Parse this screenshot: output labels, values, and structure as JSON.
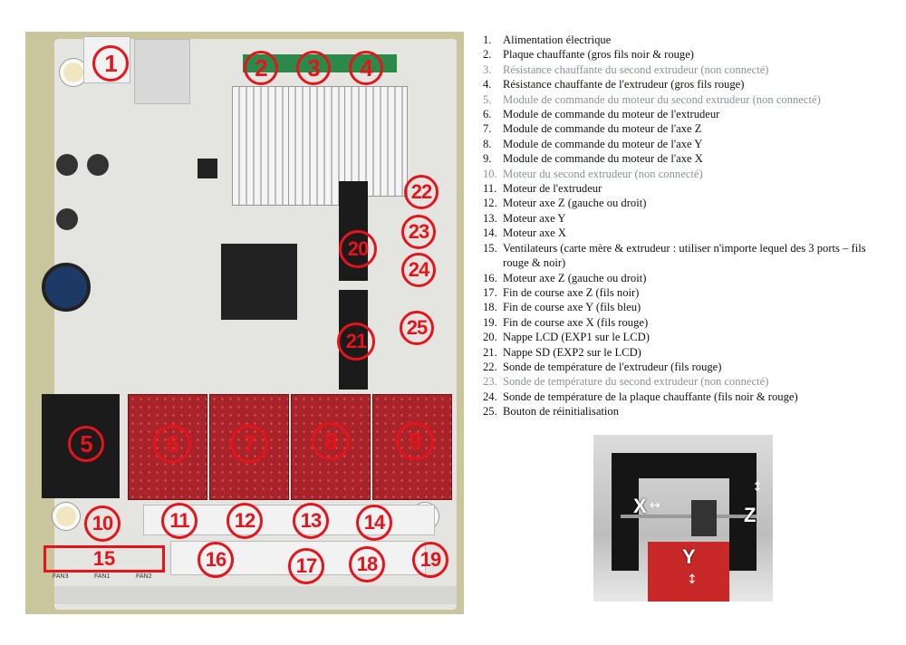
{
  "board_photo": {
    "markers": [
      "1",
      "2",
      "3",
      "4",
      "5",
      "6",
      "7",
      "8",
      "9",
      "10",
      "11",
      "12",
      "13",
      "14",
      "16",
      "17",
      "18",
      "19",
      "20",
      "21",
      "22",
      "23",
      "24",
      "25"
    ],
    "box_marker": "15",
    "fan_labels": [
      "FAN3",
      "FAN1",
      "FAN2"
    ]
  },
  "legend": [
    {
      "num": "1.",
      "text": "Alimentation électrique",
      "style": "black"
    },
    {
      "num": "2.",
      "text": "Plaque chauffante (gros fils noir & rouge)",
      "style": "black"
    },
    {
      "num": "3.",
      "text": "Résistance chauffante du second extrudeur (non connecté)",
      "style": "grey"
    },
    {
      "num": "4.",
      "text": "Résistance chauffante de l'extrudeur (gros fils rouge)",
      "style": "black"
    },
    {
      "num": "5.",
      "text": "Module de commande du moteur du second extrudeur (non connecté)",
      "style": "grey"
    },
    {
      "num": "6.",
      "text": "Module de commande du moteur de l'extrudeur",
      "style": "black"
    },
    {
      "num": "7.",
      "text": "Module de commande du moteur de l'axe Z",
      "style": "black"
    },
    {
      "num": "8.",
      "text": "Module de commande du moteur de l'axe Y",
      "style": "black"
    },
    {
      "num": "9.",
      "text": "Module de commande du moteur de l'axe X",
      "style": "black"
    },
    {
      "num": "10.",
      "text": "Moteur du second extrudeur (non connecté)",
      "style": "grey"
    },
    {
      "num": "11.",
      "text": "Moteur de l'extrudeur",
      "style": "black"
    },
    {
      "num": "12.",
      "text": "Moteur axe Z (gauche ou droit)",
      "style": "black"
    },
    {
      "num": "13.",
      "text": "Moteur axe Y",
      "style": "black"
    },
    {
      "num": "14.",
      "text": "Moteur axe X",
      "style": "black"
    },
    {
      "num": "15.",
      "text": "Ventilateurs (carte mère & extrudeur : utiliser n'importe lequel des 3 ports – fils rouge & noir)",
      "style": "black"
    },
    {
      "num": "16.",
      "text": "Moteur axe Z (gauche ou droit)",
      "style": "black"
    },
    {
      "num": "17.",
      "text": "Fin de course axe Z (fils noir)",
      "style": "black"
    },
    {
      "num": "18.",
      "text": "Fin de course axe Y (fils bleu)",
      "style": "black"
    },
    {
      "num": "19.",
      "text": "Fin de course axe X (fils rouge)",
      "style": "black"
    },
    {
      "num": "20.",
      "text": "Nappe LCD (EXP1 sur le LCD)",
      "style": "black"
    },
    {
      "num": "21.",
      "text": "Nappe SD (EXP2 sur le LCD)",
      "style": "black"
    },
    {
      "num": "22.",
      "text": "Sonde de température de l'extrudeur (fils rouge)",
      "style": "black"
    },
    {
      "num": "23.",
      "text": "Sonde de température du second extrudeur (non connecté)",
      "style": "grey"
    },
    {
      "num": "24.",
      "text": "Sonde de température de la plaque chauffante (fils noir & rouge)",
      "style": "black"
    },
    {
      "num": "25.",
      "text": "Bouton de réinitialisation",
      "style": "black"
    }
  ],
  "printer_photo": {
    "x_label": "X",
    "y_label": "Y",
    "z_label": "Z",
    "h_arrow": "↔",
    "v_arrow": "↕"
  },
  "colors": {
    "marker": "#e5141b",
    "muted_text": "#8a909c"
  }
}
